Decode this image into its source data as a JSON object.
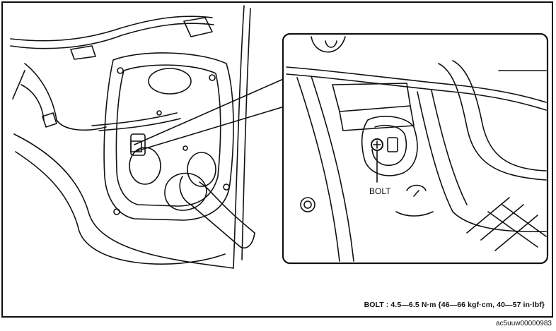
{
  "figure": {
    "callout_label": "BOLT",
    "torque_spec": "BOLT : 4.5—6.5 N·m {46—66 kgf·cm, 40—57 in·lbf}",
    "figure_code": "ac5uuw00000983"
  }
}
